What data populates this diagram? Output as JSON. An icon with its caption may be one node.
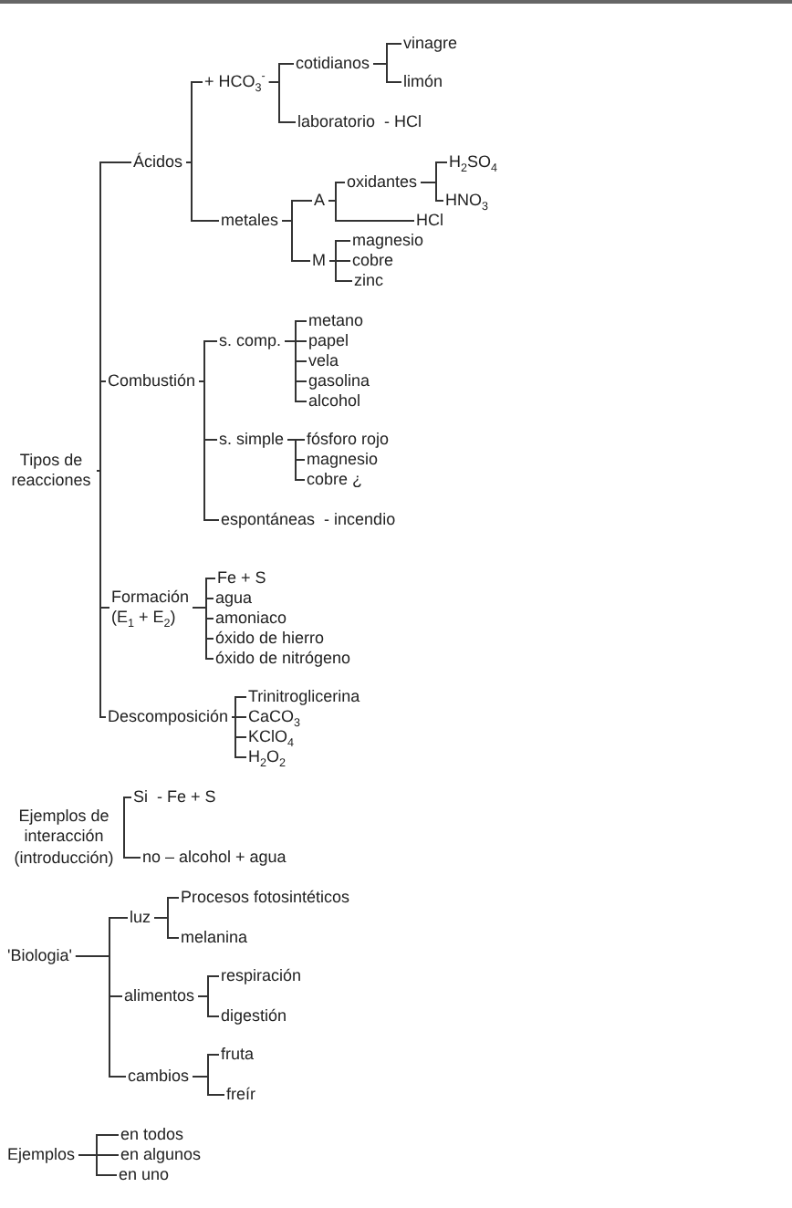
{
  "diagram": {
    "nodes": [
      {
        "text": [
          "Tipos de reacciones"
        ]
      },
      {
        "text": [
          "Ácidos"
        ]
      },
      {
        "text": [
          "+ HCO$_{3}$$^{-}$"
        ]
      },
      {
        "text": [
          "cotidianos"
        ]
      },
      {
        "text": [
          "vinagre"
        ]
      },
      {
        "text": [
          "limón"
        ]
      },
      {
        "text": [
          "laboratorio  - HCl"
        ]
      },
      {
        "text": [
          "metales"
        ]
      },
      {
        "text": [
          "A"
        ]
      },
      {
        "text": [
          "oxidantes"
        ]
      },
      {
        "text": [
          "H$_{2}$SO$_{4}$"
        ]
      },
      {
        "text": [
          "HNO$_{3}$"
        ]
      },
      {
        "text": [
          "HCl"
        ]
      },
      {
        "text": [
          "M"
        ]
      },
      {
        "text": [
          "magnesio"
        ]
      },
      {
        "text": [
          "cobre"
        ]
      },
      {
        "text": [
          "zinc"
        ]
      },
      {
        "text": [
          "Combustión"
        ]
      },
      {
        "text": [
          "s. comp."
        ]
      },
      {
        "text": [
          "metano"
        ]
      },
      {
        "text": [
          "papel"
        ]
      },
      {
        "text": [
          "vela"
        ]
      },
      {
        "text": [
          "gasolina"
        ]
      },
      {
        "text": [
          "alcohol"
        ]
      },
      {
        "text": [
          "s. simple"
        ]
      },
      {
        "text": [
          "fósforo rojo"
        ]
      },
      {
        "text": [
          "magnesio"
        ]
      },
      {
        "text": [
          "cobre ¿"
        ]
      },
      {
        "text": [
          "espontáneas  - incendio"
        ]
      },
      {
        "text": [
          "Formación",
          "(E$_{1}$ + E$_{2}$)"
        ]
      },
      {
        "text": [
          "Fe + S"
        ]
      },
      {
        "text": [
          "agua"
        ]
      },
      {
        "text": [
          "amoniaco"
        ]
      },
      {
        "text": [
          "óxido de hierro"
        ]
      },
      {
        "text": [
          "óxido de nitrógeno"
        ]
      },
      {
        "text": [
          "Descomposición"
        ]
      },
      {
        "text": [
          "Trinitroglicerina"
        ]
      },
      {
        "text": [
          "CaCO$_{3}$"
        ]
      },
      {
        "text": [
          "KClO$_{4}$"
        ]
      },
      {
        "text": [
          "H$_{2}$O$_{2}$"
        ]
      },
      {
        "text": [
          "Ejemplos de interacción (introducción)"
        ]
      },
      {
        "text": [
          "Si  - Fe + S"
        ]
      },
      {
        "text": [
          "no – alcohol + agua"
        ]
      },
      {
        "text": [
          "'Biologia'"
        ]
      },
      {
        "text": [
          "luz"
        ]
      },
      {
        "text": [
          "Procesos fotosintéticos"
        ]
      },
      {
        "text": [
          "melanina"
        ]
      },
      {
        "text": [
          "alimentos"
        ]
      },
      {
        "text": [
          "respiración"
        ]
      },
      {
        "text": [
          "digestión"
        ]
      },
      {
        "text": [
          "cambios"
        ]
      },
      {
        "text": [
          "fruta"
        ]
      },
      {
        "text": [
          "freír"
        ]
      },
      {
        "text": [
          "Ejemplos"
        ]
      },
      {
        "text": [
          "en todos"
        ]
      },
      {
        "text": [
          "en algunos"
        ]
      },
      {
        "text": [
          "en uno"
        ]
      }
    ],
    "edges": [
      {
        "from": 0,
        "to": 1,
        "arrow": "none"
      },
      {
        "from": 0,
        "to": 17,
        "arrow": "none"
      },
      {
        "from": 0,
        "to": 29,
        "arrow": "none"
      },
      {
        "from": 0,
        "to": 35,
        "arrow": "none"
      },
      {
        "from": 1,
        "to": 2,
        "arrow": "none"
      },
      {
        "from": 1,
        "to": 7,
        "arrow": "none"
      },
      {
        "from": 2,
        "to": 3,
        "arrow": "none"
      },
      {
        "from": 2,
        "to": 6,
        "arrow": "none"
      },
      {
        "from": 3,
        "to": 4,
        "arrow": "none"
      },
      {
        "from": 3,
        "to": 5,
        "arrow": "none"
      },
      {
        "from": 7,
        "to": 8,
        "arrow": "none"
      },
      {
        "from": 7,
        "to": 13,
        "arrow": "none"
      },
      {
        "from": 8,
        "to": 9,
        "arrow": "none"
      },
      {
        "from": 8,
        "to": 12,
        "arrow": "none"
      },
      {
        "from": 9,
        "to": 10,
        "arrow": "none"
      },
      {
        "from": 9,
        "to": 11,
        "arrow": "none"
      },
      {
        "from": 13,
        "to": 14,
        "arrow": "none"
      },
      {
        "from": 13,
        "to": 15,
        "arrow": "none"
      },
      {
        "from": 13,
        "to": 16,
        "arrow": "none"
      },
      {
        "from": 17,
        "to": 18,
        "arrow": "none"
      },
      {
        "from": 17,
        "to": 24,
        "arrow": "none"
      },
      {
        "from": 17,
        "to": 28,
        "arrow": "none"
      },
      {
        "from": 18,
        "to": 19,
        "arrow": "none"
      },
      {
        "from": 18,
        "to": 20,
        "arrow": "none"
      },
      {
        "from": 18,
        "to": 21,
        "arrow": "none"
      },
      {
        "from": 18,
        "to": 22,
        "arrow": "none"
      },
      {
        "from": 18,
        "to": 23,
        "arrow": "none"
      },
      {
        "from": 24,
        "to": 25,
        "arrow": "none"
      },
      {
        "from": 24,
        "to": 26,
        "arrow": "none"
      },
      {
        "from": 24,
        "to": 27,
        "arrow": "none"
      },
      {
        "from": 29,
        "to": 30,
        "arrow": "none"
      },
      {
        "from": 29,
        "to": 31,
        "arrow": "none"
      },
      {
        "from": 29,
        "to": 32,
        "arrow": "none"
      },
      {
        "from": 29,
        "to": 33,
        "arrow": "none"
      },
      {
        "from": 29,
        "to": 34,
        "arrow": "none"
      },
      {
        "from": 35,
        "to": 36,
        "arrow": "none"
      },
      {
        "from": 35,
        "to": 37,
        "arrow": "none"
      },
      {
        "from": 35,
        "to": 38,
        "arrow": "none"
      },
      {
        "from": 35,
        "to": 39,
        "arrow": "none"
      },
      {
        "from": 40,
        "to": 41,
        "arrow": "none"
      },
      {
        "from": 40,
        "to": 42,
        "arrow": "none"
      },
      {
        "from": 43,
        "to": 44,
        "arrow": "none"
      },
      {
        "from": 43,
        "to": 47,
        "arrow": "none"
      },
      {
        "from": 43,
        "to": 50,
        "arrow": "none"
      },
      {
        "from": 44,
        "to": 45,
        "arrow": "none"
      },
      {
        "from": 44,
        "to": 46,
        "arrow": "none"
      },
      {
        "from": 47,
        "to": 48,
        "arrow": "none"
      },
      {
        "from": 47,
        "to": 49,
        "arrow": "none"
      },
      {
        "from": 50,
        "to": 51,
        "arrow": "none"
      },
      {
        "from": 50,
        "to": 52,
        "arrow": "none"
      },
      {
        "from": 53,
        "to": 54,
        "arrow": "none"
      },
      {
        "from": 53,
        "to": 55,
        "arrow": "none"
      },
      {
        "from": 53,
        "to": 56,
        "arrow": "none"
      }
    ]
  }
}
